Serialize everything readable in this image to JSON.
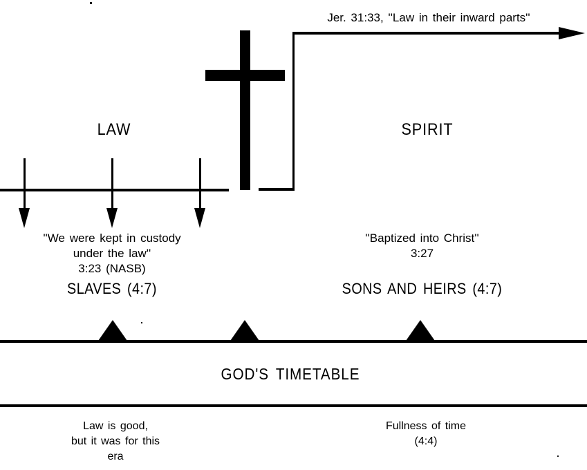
{
  "colors": {
    "ink": "#000000",
    "paper": "#ffffff"
  },
  "top": {
    "jeremiah_annotation": "Jer. 31:33, ''Law in their inward parts''"
  },
  "eras": {
    "law": "LAW",
    "spirit": "SPIRIT"
  },
  "law_side": {
    "quote_line1": "''We were kept in custody",
    "quote_line2": "under the law''",
    "reference": "3:23 (NASB)",
    "status_label": "SLAVES (4:7)"
  },
  "spirit_side": {
    "quote_line1": "''Baptized into Christ''",
    "reference": "3:27",
    "status_label": "SONS AND HEIRS (4:7)"
  },
  "timetable": {
    "title": "GOD'S TIMETABLE",
    "law_note": {
      "line1": "Law is good,",
      "line2": "but it was for this",
      "line3": "era"
    },
    "fullness_note": {
      "line1": "Fullness of time",
      "line2": "(4:4)"
    }
  }
}
